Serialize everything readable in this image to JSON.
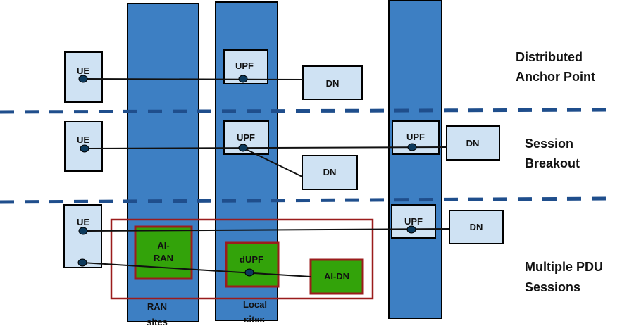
{
  "colors": {
    "column_fill": "#3d7fc3",
    "box_fill": "#cfe2f3",
    "green_fill": "#33a30a",
    "red_frame": "#9b1c1c",
    "dash": "#1f4e8c",
    "dot": "#0d3a5c",
    "line": "#111111"
  },
  "columns": [
    {
      "id": "ran",
      "label_line1": "RAN",
      "label_line2": "sites"
    },
    {
      "id": "local",
      "label_line1": "Local",
      "label_line2": "sites"
    },
    {
      "id": "central",
      "label_line1": "",
      "label_line2": ""
    }
  ],
  "sections": [
    {
      "id": "distributed-anchor",
      "title_line1": "Distributed",
      "title_line2": "Anchor Point",
      "ue": "UE",
      "upf": "UPF",
      "dn": "DN"
    },
    {
      "id": "session-breakout",
      "title_line1": "Session",
      "title_line2": "Breakout",
      "ue": "UE",
      "upf_local": "UPF",
      "dn_local": "DN",
      "upf_central": "UPF",
      "dn_central": "DN"
    },
    {
      "id": "multiple-pdu",
      "title_line1": "Multiple PDU",
      "title_line2": "Sessions",
      "ue": "UE",
      "ai_ran_line1": "AI-",
      "ai_ran_line2": "RAN",
      "dupf": "dUPF",
      "ai_dn": "AI-DN",
      "upf_central": "UPF",
      "dn_central": "DN"
    }
  ]
}
